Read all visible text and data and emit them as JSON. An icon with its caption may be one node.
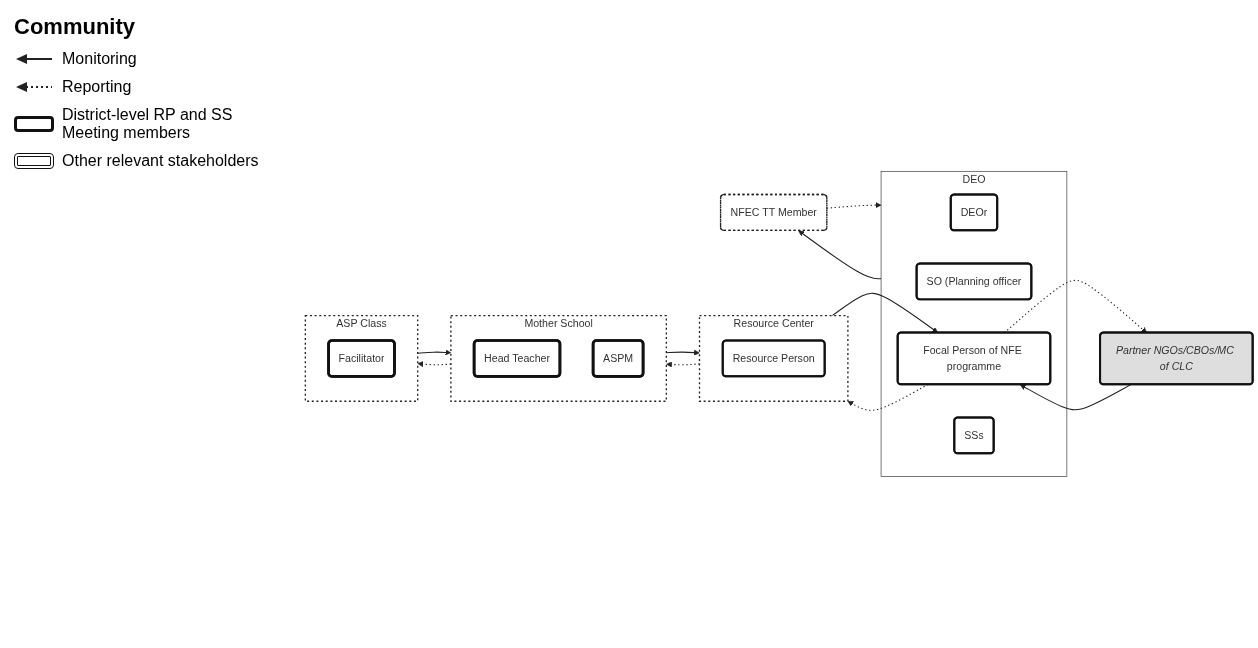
{
  "diagram": {
    "nodes": [
      {
        "text": [
          "Mother School"
        ]
      },
      {
        "text": [
          "Head Teacher"
        ],
        "in": 0
      },
      {
        "text": [
          "ASPM"
        ],
        "in": 0
      },
      {
        "text": [
          "Resource Center"
        ]
      },
      {
        "text": [
          "Resource Person"
        ],
        "in": 3
      },
      {
        "text": [
          "NFEC TT Member"
        ]
      },
      {
        "text": [
          "DEO"
        ]
      },
      {
        "text": [
          "DEOr"
        ],
        "in": 6
      },
      {
        "text": [
          "SO (Planning officer"
        ],
        "in": 6
      },
      {
        "text": [
          "Focal Person of NFE programme"
        ],
        "in": 6
      },
      {
        "text": [
          "SSs"
        ],
        "in": 6
      },
      {
        "text": [
          "ASP Class"
        ]
      },
      {
        "text": [
          "Facilitator"
        ],
        "in": 11
      },
      {
        "text": [
          "Partner NGOs/CBOs/MC of CLC"
        ]
      }
    ],
    "edges": [
      {
        "from": 0,
        "to": 3,
        "arrow": "to"
      },
      {
        "from": 3,
        "to": 0,
        "arrow": "to",
        "style": "dashed"
      },
      {
        "from": 3,
        "to": 9,
        "arrow": "to"
      },
      {
        "from": 9,
        "to": 3,
        "arrow": "to",
        "style": "dashed"
      },
      {
        "from": 6,
        "to": 5,
        "arrow": "to"
      },
      {
        "from": 5,
        "to": 6,
        "arrow": "to",
        "style": "dashed"
      },
      {
        "from": 11,
        "to": 0,
        "arrow": "to"
      },
      {
        "from": 0,
        "to": 11,
        "arrow": "to",
        "style": "dashed"
      },
      {
        "from": 13,
        "to": 9,
        "arrow": "to"
      },
      {
        "from": 9,
        "to": 13,
        "arrow": "to",
        "style": "dashed"
      }
    ],
    "labels": [
      "Community"
    ],
    "legend": [
      {
        "text": "Monitoring"
      },
      {
        "text": "Reporting"
      },
      {
        "text": "District-level RP and SS Meeting members"
      },
      {
        "text": "Other relevant stakeholders"
      }
    ]
  }
}
